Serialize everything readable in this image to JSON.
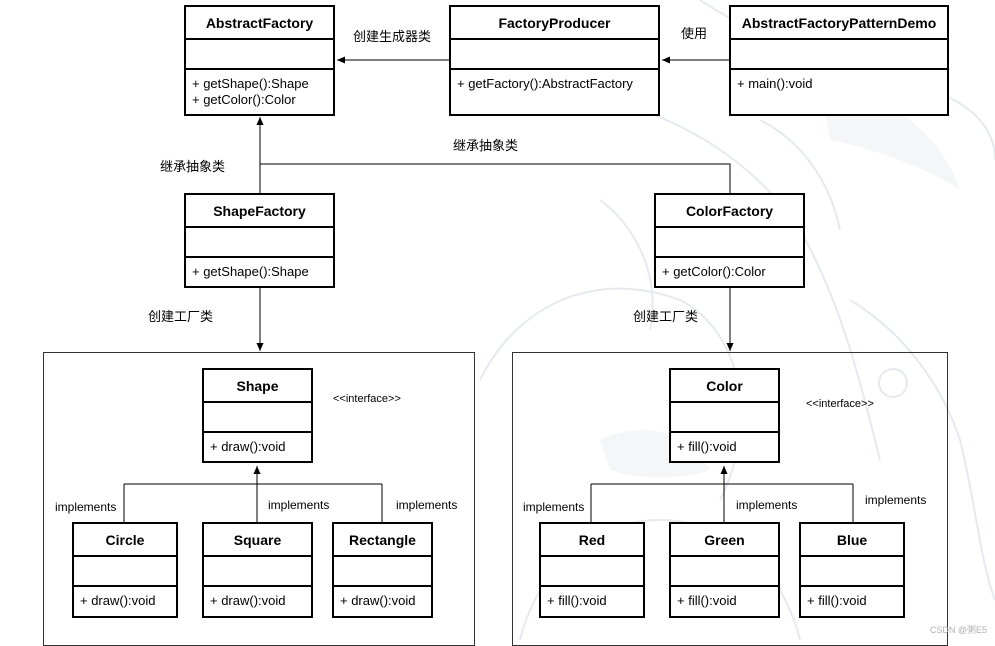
{
  "classes": {
    "abstract_factory": {
      "name": "AbstractFactory",
      "ops": [
        "+ getShape():Shape",
        "+ getColor():Color"
      ]
    },
    "factory_producer": {
      "name": "FactoryProducer",
      "ops": [
        "+ getFactory():AbstractFactory"
      ]
    },
    "demo": {
      "name": "AbstractFactoryPatternDemo",
      "ops": [
        "+ main():void"
      ]
    },
    "shape_factory": {
      "name": "ShapeFactory",
      "ops": [
        "+ getShape():Shape"
      ]
    },
    "color_factory": {
      "name": "ColorFactory",
      "ops": [
        "+ getColor():Color"
      ]
    },
    "shape": {
      "name": "Shape",
      "ops": [
        "+ draw():void"
      ]
    },
    "circle": {
      "name": "Circle",
      "ops": [
        "+ draw():void"
      ]
    },
    "square": {
      "name": "Square",
      "ops": [
        "+ draw():void"
      ]
    },
    "rectangle": {
      "name": "Rectangle",
      "ops": [
        "+ draw():void"
      ]
    },
    "color": {
      "name": "Color",
      "ops": [
        "+ fill():void"
      ]
    },
    "red": {
      "name": "Red",
      "ops": [
        "+ fill():void"
      ]
    },
    "green": {
      "name": "Green",
      "ops": [
        "+ fill():void"
      ]
    },
    "blue": {
      "name": "Blue",
      "ops": [
        "+ fill():void"
      ]
    }
  },
  "labels": {
    "create_generator": "创建生成器类",
    "use": "使用",
    "inherit_abstract": "继承抽象类",
    "create_factory": "创建工厂类",
    "interface": "<<interface>>",
    "implements": "implements"
  },
  "watermark": "CSDN @粥E5",
  "colors": {
    "stroke": "#000000",
    "background": "#ffffff",
    "frame": "#333333"
  }
}
